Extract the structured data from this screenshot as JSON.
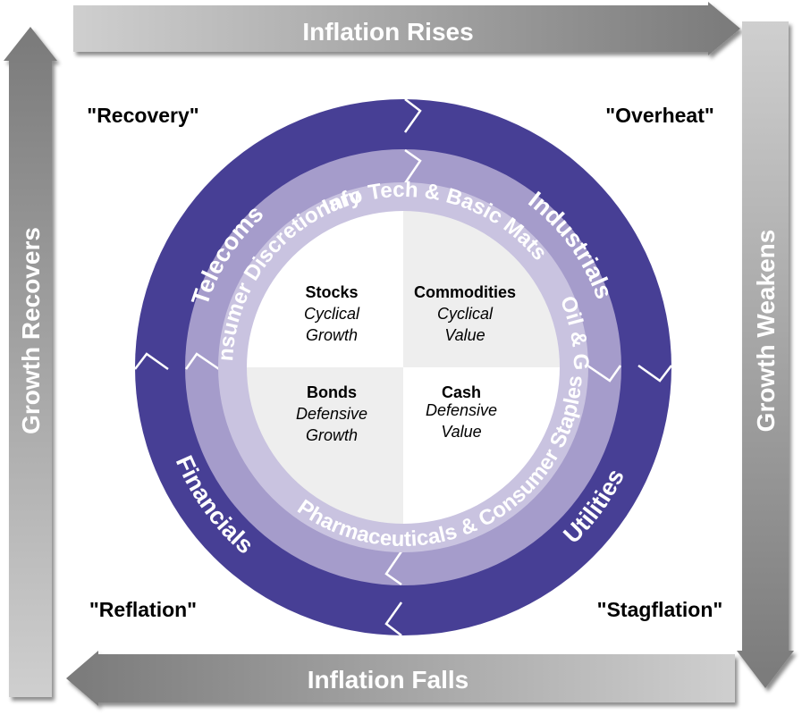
{
  "arrows": {
    "top": "Inflation Rises",
    "right": "Growth Weakens",
    "bottom": "Inflation Falls",
    "left": "Growth Recovers"
  },
  "phases": {
    "top_left": "\"Recovery\"",
    "top_right": "\"Overheat\"",
    "bottom_left": "\"Reflation\"",
    "bottom_right": "\"Stagflation\""
  },
  "outer_ring": {
    "telecoms": "Telecoms",
    "industrials": "Industrials",
    "utilities": "Utilities",
    "financials": "Financials"
  },
  "middle_ring": {
    "info_tech": "Info Tech & Basic Mats",
    "oil_gas": "Oil & Gas",
    "pharma": "Pharmaceuticals & Consumer Staples",
    "consumer_disc": "Consumer Discretionary"
  },
  "quadrants": {
    "stocks": {
      "title": "Stocks",
      "line1": "Cyclical",
      "line2": "Growth"
    },
    "commodities": {
      "title": "Commodities",
      "line1": "Cyclical",
      "line2": "Value"
    },
    "bonds": {
      "title": "Bonds",
      "line1": "Defensive",
      "line2": "Growth"
    },
    "cash": {
      "title": "Cash",
      "line1": "Defensive",
      "line2": "Value"
    }
  },
  "colors": {
    "outer_ring": "#473f95",
    "middle_ring": "#a59ccb",
    "inner_band": "#c9c3e0",
    "quadrant_white": "#ffffff",
    "quadrant_gray": "#eeeeee",
    "arrow_light": "#cfcfcf",
    "arrow_dark": "#7a7a7a"
  }
}
